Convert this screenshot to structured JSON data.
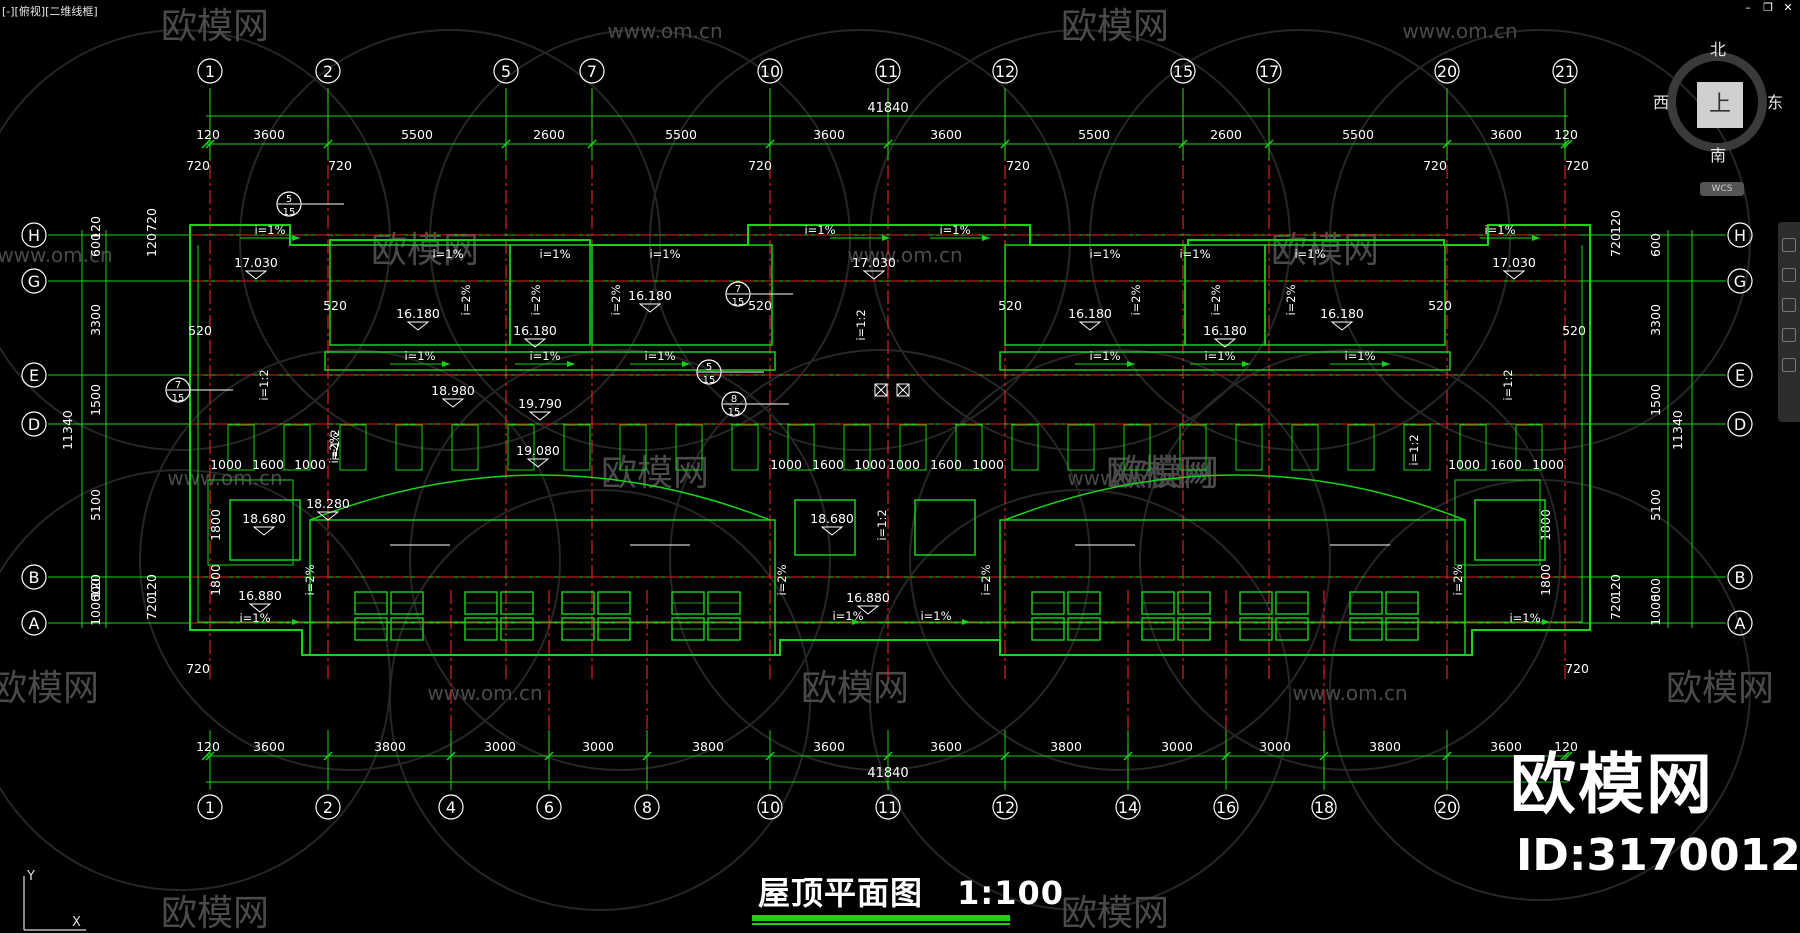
{
  "viewport": {
    "label": "[-][俯视][二维线框]"
  },
  "window_controls": {
    "minimize": "–",
    "restore": "❐",
    "close": "✕"
  },
  "viewcube": {
    "face": "上",
    "north": "北",
    "south": "南",
    "east": "东",
    "west": "西",
    "wcs": "WCS"
  },
  "ucs": {
    "y": "Y",
    "x": "X"
  },
  "drawing": {
    "title": "屋顶平面图",
    "scale": "1:100",
    "overall_dim": "41840",
    "axes_top": [
      "1",
      "2",
      "5",
      "7",
      "10",
      "11",
      "12",
      "15",
      "17",
      "20",
      "21"
    ],
    "axes_bottom": [
      "1",
      "2",
      "4",
      "6",
      "8",
      "10",
      "11",
      "12",
      "14",
      "16",
      "18",
      "20"
    ],
    "axes_rows": [
      "H",
      "G",
      "E",
      "D",
      "B",
      "A"
    ],
    "dims_top": [
      "120",
      "3600",
      "5500",
      "2600",
      "5500",
      "3600",
      "3600",
      "5500",
      "2600",
      "5500",
      "3600",
      "120"
    ],
    "dims_bottom": [
      "120",
      "3600",
      "3800",
      "3000",
      "3000",
      "3800",
      "3600",
      "3600",
      "3800",
      "3000",
      "3000",
      "3800",
      "3600",
      "120"
    ],
    "dims_720_top": [
      "720",
      "720",
      "720",
      "720",
      "720",
      "720"
    ],
    "dims_side_left": [
      "600",
      "120",
      "3300",
      "1500",
      "5100",
      "1800",
      "1800",
      "1000",
      "600",
      "120"
    ],
    "dims_side_outer": "11340",
    "dims_side_right_720": [
      "120",
      "720",
      "720",
      "120"
    ],
    "dims_bay": [
      "1000",
      "1600",
      "1000",
      "1000",
      "1600",
      "1000",
      "1000",
      "1600",
      "1000",
      "1000",
      "1600",
      "1000"
    ],
    "elevations": [
      "17.030",
      "17.030",
      "17.030",
      "16.180",
      "16.180",
      "16.180",
      "16.180",
      "16.180",
      "16.180",
      "18.980",
      "19.790",
      "19.080",
      "18.280",
      "18.680",
      "18.680",
      "16.880",
      "16.880"
    ],
    "dims_520": [
      "520",
      "520",
      "520",
      "520",
      "520",
      "520"
    ],
    "slopes": [
      "i=1%",
      "i=2%",
      "i=1:2",
      "i=1:2"
    ],
    "details": [
      {
        "top": "5",
        "bottom": "15"
      },
      {
        "top": "7",
        "bottom": "15"
      },
      {
        "top": "5",
        "bottom": "15"
      },
      {
        "top": "8",
        "bottom": "15"
      },
      {
        "top": "7",
        "bottom": "15"
      }
    ],
    "dim_720_bottom": "720"
  },
  "watermark": {
    "brand": "欧模网",
    "url": "www.om.cn"
  },
  "brand": {
    "name": "欧模网",
    "id": "ID:3170012"
  },
  "colors": {
    "green": "#19d319",
    "axis_red": "#e01f1f",
    "dim_green": "#3be63b",
    "white": "#ffffff",
    "bg": "#000000"
  }
}
